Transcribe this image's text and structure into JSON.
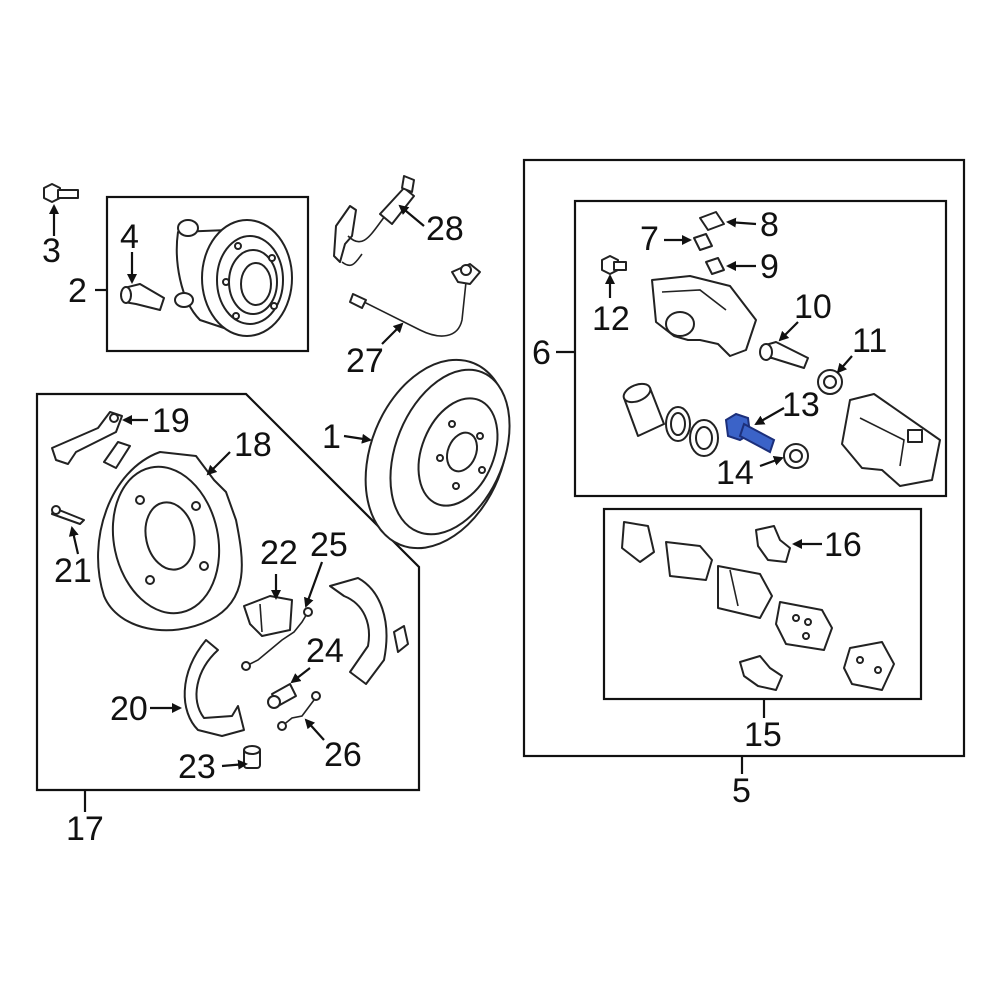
{
  "highlight_color": "#3b63c8",
  "callouts": {
    "c1": "1",
    "c2": "2",
    "c3": "3",
    "c4": "4",
    "c5": "5",
    "c6": "6",
    "c7": "7",
    "c8": "8",
    "c9": "9",
    "c10": "10",
    "c11": "11",
    "c12": "12",
    "c13": "13",
    "c14": "14",
    "c15": "15",
    "c16": "16",
    "c17": "17",
    "c18": "18",
    "c19": "19",
    "c20": "20",
    "c21": "21",
    "c22": "22",
    "c23": "23",
    "c24": "24",
    "c25": "25",
    "c26": "26",
    "c27": "27",
    "c28": "28"
  }
}
